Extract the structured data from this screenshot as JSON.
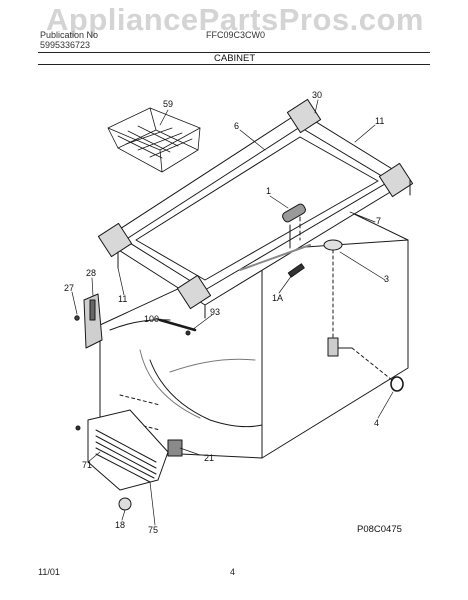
{
  "watermark": "AppliancePartsPros.com",
  "header": {
    "publication_line1": "Publication No",
    "publication_line2": "5995336723",
    "model": "FFC09C3CW0",
    "section": "CABINET"
  },
  "footer": {
    "date": "11/01",
    "page": "4"
  },
  "diagram": {
    "figure_code": "P08C0475",
    "callouts": [
      "59",
      "30",
      "6",
      "11",
      "1",
      "7",
      "28",
      "27",
      "11",
      "3",
      "1A",
      "100",
      "93",
      "4",
      "71",
      "21",
      "18",
      "75"
    ]
  }
}
